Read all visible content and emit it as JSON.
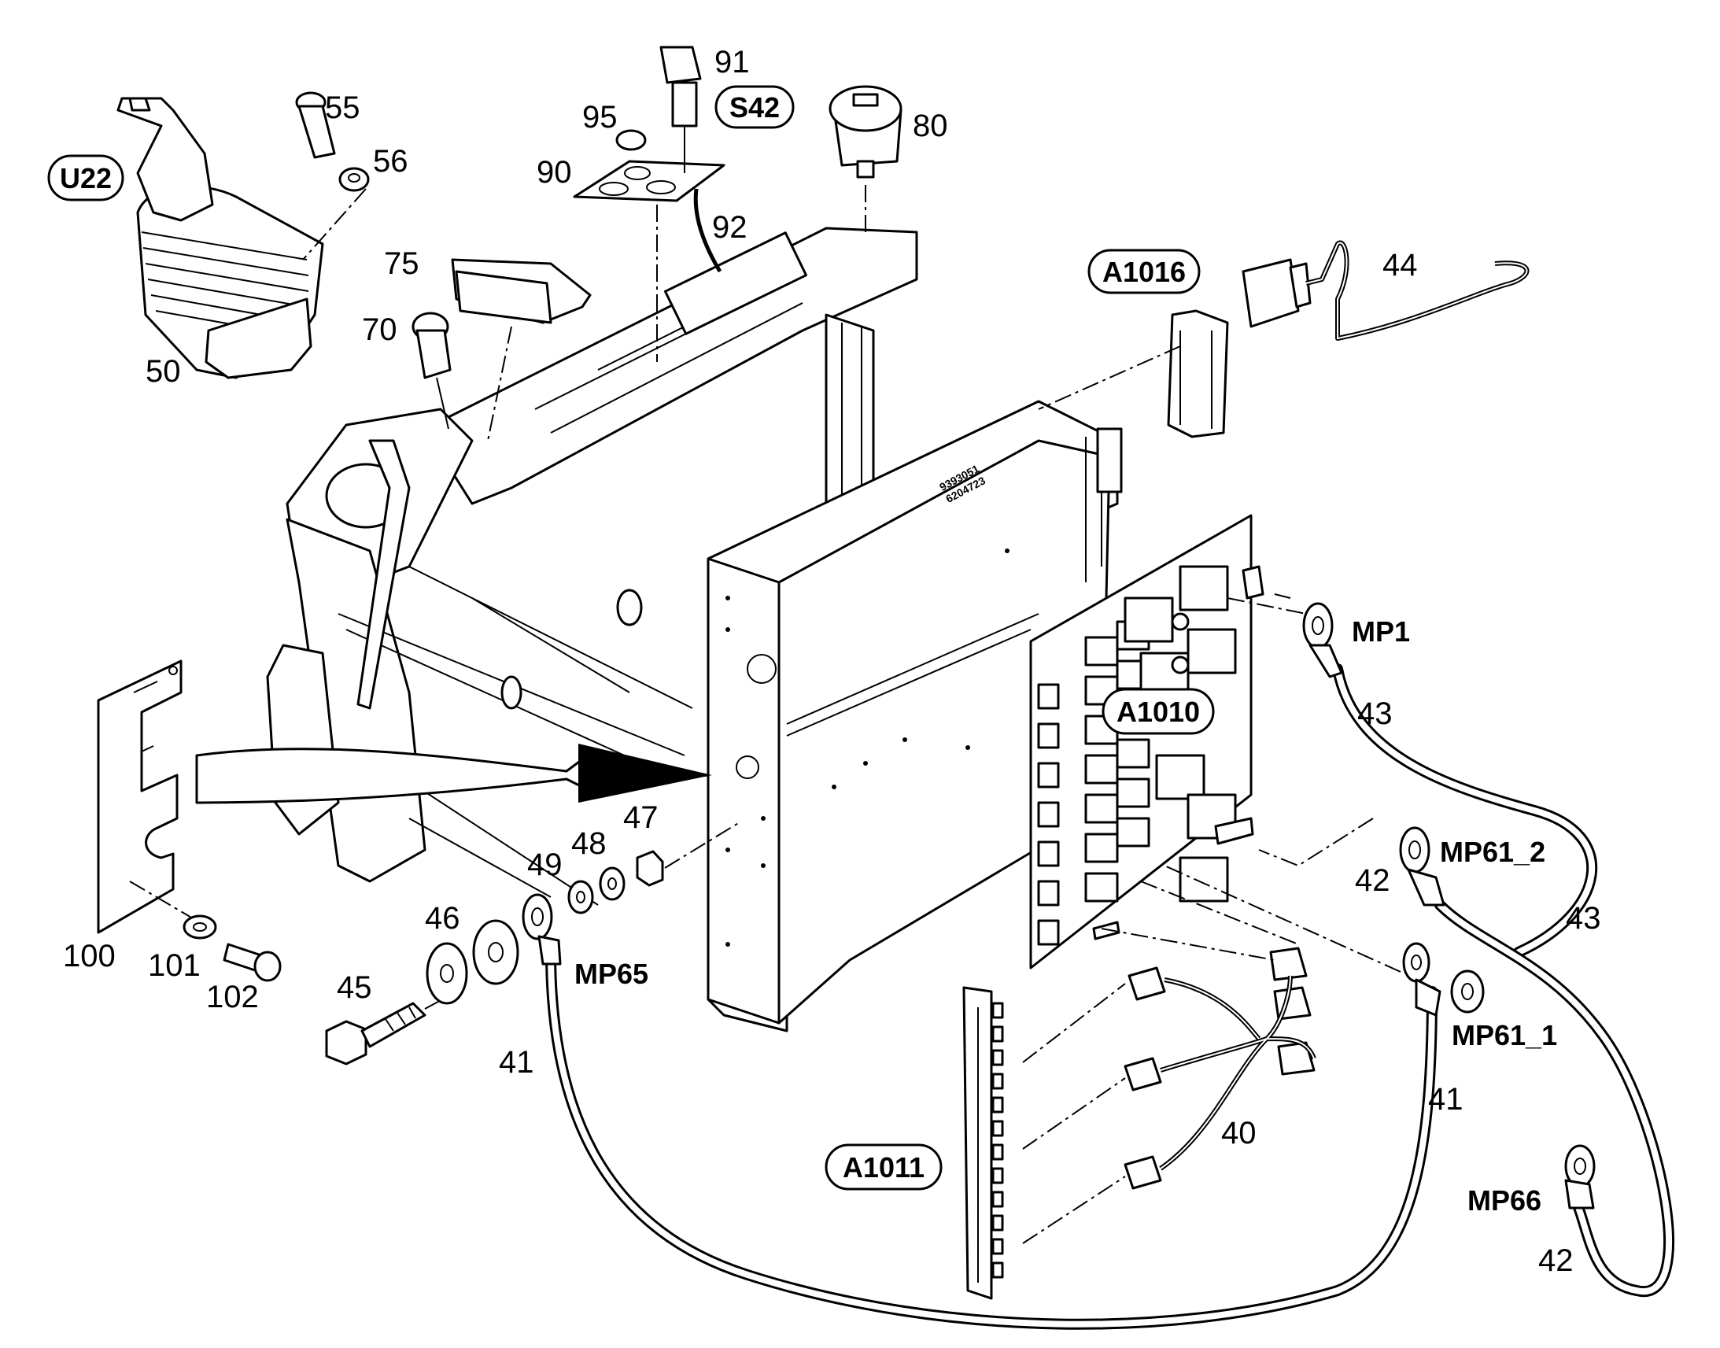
{
  "part_numbers": {
    "p40": "40",
    "p41a": "41",
    "p41b": "41",
    "p42a": "42",
    "p42b": "42",
    "p43a": "43",
    "p43b": "43",
    "p44": "44",
    "p45": "45",
    "p46": "46",
    "p47": "47",
    "p48": "48",
    "p49": "49",
    "p50": "50",
    "p55": "55",
    "p56": "56",
    "p70": "70",
    "p75": "75",
    "p80": "80",
    "p90": "90",
    "p91": "91",
    "p92": "92",
    "p95": "95",
    "p100": "100",
    "p101": "101",
    "p102": "102"
  },
  "designators": {
    "U22": "U22",
    "S42": "S42",
    "A1016": "A1016",
    "A1010": "A1010",
    "A1011": "A1011"
  },
  "measure_points": {
    "MP1": "MP1",
    "MP65": "MP65",
    "MP61_2": "MP61_2",
    "MP61_1": "MP61_1",
    "MP66": "MP66"
  },
  "frame_markings": {
    "line1": "9393051",
    "line2": "6204723"
  },
  "colors": {
    "ink": "#000000",
    "paper": "#ffffff"
  }
}
